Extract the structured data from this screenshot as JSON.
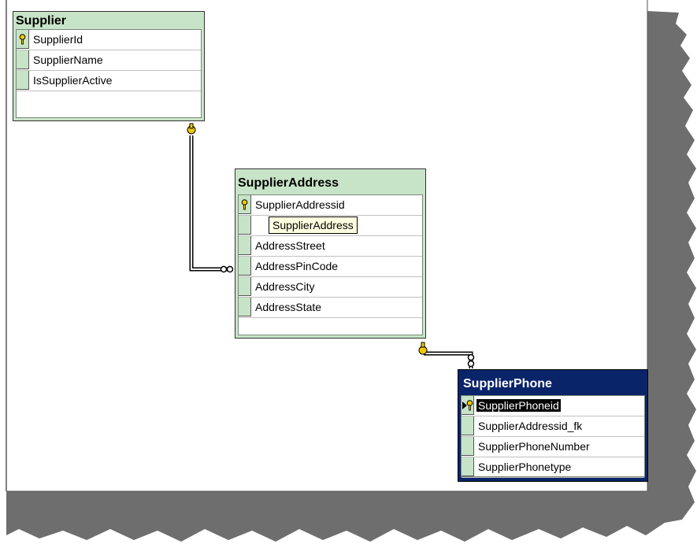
{
  "tables": [
    {
      "title": "Supplier",
      "selected": false,
      "columns": [
        {
          "name": "SupplierId",
          "key": true
        },
        {
          "name": "SupplierName",
          "key": false
        },
        {
          "name": "IsSupplierActive",
          "key": false
        }
      ]
    },
    {
      "title": "SupplierAddress",
      "selected": false,
      "columns": [
        {
          "name": "SupplierAddressid",
          "key": true
        },
        {
          "name": "",
          "key": false
        },
        {
          "name": "AddressStreet",
          "key": false
        },
        {
          "name": "AddressPinCode",
          "key": false
        },
        {
          "name": "AddressCity",
          "key": false
        },
        {
          "name": "AddressState",
          "key": false
        }
      ]
    },
    {
      "title": "SupplierPhone",
      "selected": true,
      "columns": [
        {
          "name": "SupplierPhoneid",
          "key": true,
          "current": true
        },
        {
          "name": "SupplierAddressid_fk",
          "key": false
        },
        {
          "name": "SupplierPhoneNumber",
          "key": false
        },
        {
          "name": "SupplierPhonetype",
          "key": false
        }
      ]
    }
  ],
  "tooltip": {
    "text": "SupplierAddress"
  },
  "relationships": [
    {
      "from": "Supplier",
      "to": "SupplierAddress",
      "one_end": "Supplier",
      "many_end": "SupplierAddress"
    },
    {
      "from": "SupplierAddress",
      "to": "SupplierPhone",
      "one_end": "SupplierAddress",
      "many_end": "SupplierPhone"
    }
  ],
  "colors": {
    "table_bg": "#c8e4c8",
    "selected_title_bg": "#0a246a",
    "key_icon": "#f0c800",
    "shadow": "#6e6e6e",
    "tooltip_bg": "#ffffe1"
  }
}
